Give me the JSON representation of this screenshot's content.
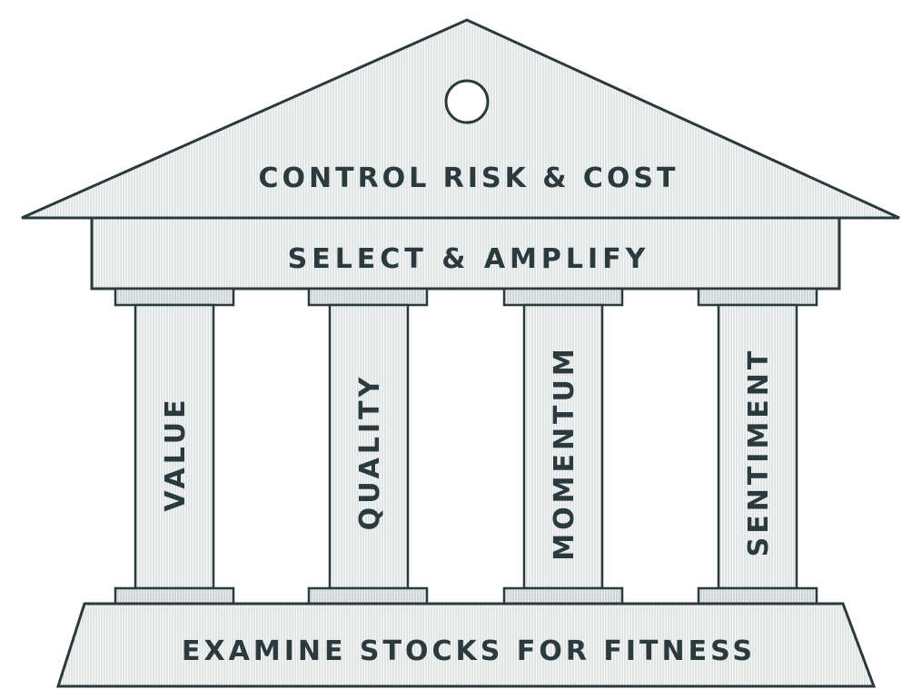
{
  "diagram": {
    "roof": {
      "label": "CONTROL RISK & COST"
    },
    "entablature": {
      "label": "SELECT & AMPLIFY"
    },
    "pillars": [
      {
        "label": "VALUE"
      },
      {
        "label": "QUALITY"
      },
      {
        "label": "MOMENTUM"
      },
      {
        "label": "SENTIMENT"
      }
    ],
    "foundation": {
      "label": "EXAMINE STOCKS FOR FITNESS"
    }
  },
  "colors": {
    "ink": "#2b3a3d",
    "hatch": "#d2d7d7",
    "fill": "#f7f8f8"
  }
}
